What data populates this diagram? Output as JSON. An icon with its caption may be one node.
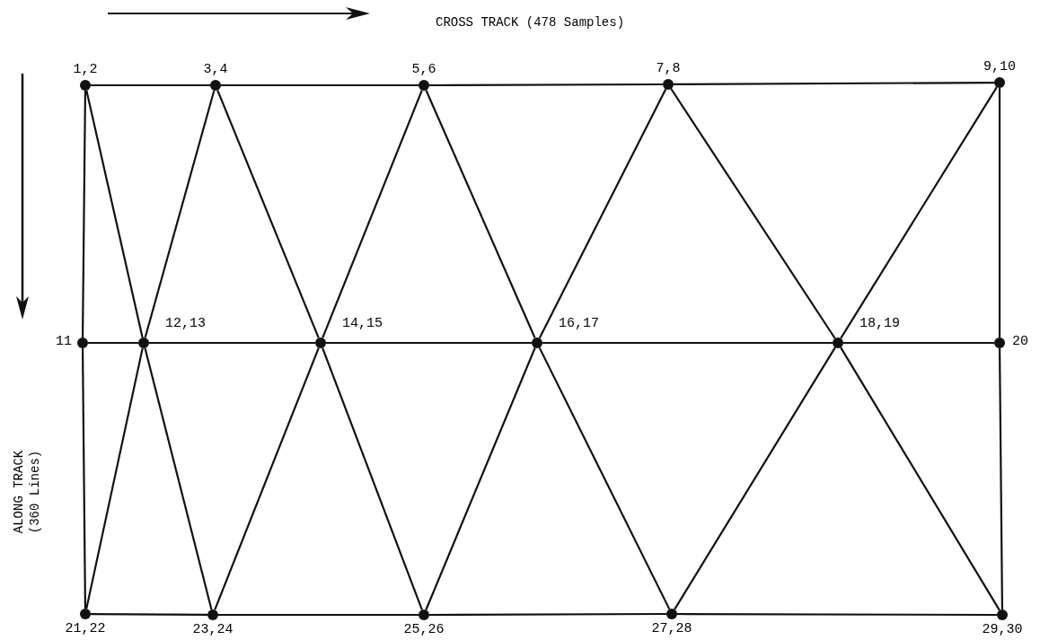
{
  "diagram": {
    "nodes": [
      {
        "text": [],
        "shape": "circle",
        "beside": [
          "1,2"
        ]
      },
      {
        "text": [],
        "shape": "circle",
        "beside": [
          "3,4"
        ]
      },
      {
        "text": [],
        "shape": "circle",
        "beside": [
          "5,6"
        ]
      },
      {
        "text": [],
        "shape": "circle",
        "beside": [
          "7,8"
        ]
      },
      {
        "text": [],
        "shape": "circle",
        "beside": [
          "9,10"
        ]
      },
      {
        "text": [],
        "shape": "circle",
        "beside": [
          "11"
        ]
      },
      {
        "text": [],
        "shape": "circle",
        "beside": [
          "12,13"
        ]
      },
      {
        "text": [],
        "shape": "circle",
        "beside": [
          "14,15"
        ]
      },
      {
        "text": [],
        "shape": "circle",
        "beside": [
          "16,17"
        ]
      },
      {
        "text": [],
        "shape": "circle",
        "beside": [
          "18,19"
        ]
      },
      {
        "text": [],
        "shape": "circle",
        "beside": [
          "20"
        ]
      },
      {
        "text": [],
        "shape": "circle",
        "beside": [
          "21,22"
        ]
      },
      {
        "text": [],
        "shape": "circle",
        "beside": [
          "23,24"
        ]
      },
      {
        "text": [],
        "shape": "circle",
        "beside": [
          "25,26"
        ]
      },
      {
        "text": [],
        "shape": "circle",
        "beside": [
          "27,28"
        ]
      },
      {
        "text": [],
        "shape": "circle",
        "beside": [
          "29,30"
        ]
      }
    ],
    "edges": [
      {
        "from": 0,
        "to": 1,
        "arrow": "none"
      },
      {
        "from": 1,
        "to": 2,
        "arrow": "none"
      },
      {
        "from": 2,
        "to": 3,
        "arrow": "none"
      },
      {
        "from": 3,
        "to": 4,
        "arrow": "none"
      },
      {
        "from": 5,
        "to": 6,
        "arrow": "none"
      },
      {
        "from": 6,
        "to": 7,
        "arrow": "none"
      },
      {
        "from": 7,
        "to": 8,
        "arrow": "none"
      },
      {
        "from": 8,
        "to": 9,
        "arrow": "none"
      },
      {
        "from": 9,
        "to": 10,
        "arrow": "none"
      },
      {
        "from": 11,
        "to": 12,
        "arrow": "none"
      },
      {
        "from": 12,
        "to": 13,
        "arrow": "none"
      },
      {
        "from": 13,
        "to": 14,
        "arrow": "none"
      },
      {
        "from": 14,
        "to": 15,
        "arrow": "none"
      },
      {
        "from": 0,
        "to": 5,
        "arrow": "none"
      },
      {
        "from": 5,
        "to": 11,
        "arrow": "none"
      },
      {
        "from": 4,
        "to": 10,
        "arrow": "none"
      },
      {
        "from": 10,
        "to": 15,
        "arrow": "none"
      },
      {
        "from": 0,
        "to": 6,
        "arrow": "none"
      },
      {
        "from": 6,
        "to": 12,
        "arrow": "none"
      },
      {
        "from": 1,
        "to": 6,
        "arrow": "none"
      },
      {
        "from": 6,
        "to": 11,
        "arrow": "none"
      },
      {
        "from": 1,
        "to": 7,
        "arrow": "none"
      },
      {
        "from": 7,
        "to": 13,
        "arrow": "none"
      },
      {
        "from": 2,
        "to": 7,
        "arrow": "none"
      },
      {
        "from": 7,
        "to": 12,
        "arrow": "none"
      },
      {
        "from": 2,
        "to": 8,
        "arrow": "none"
      },
      {
        "from": 8,
        "to": 14,
        "arrow": "none"
      },
      {
        "from": 3,
        "to": 8,
        "arrow": "none"
      },
      {
        "from": 8,
        "to": 13,
        "arrow": "none"
      },
      {
        "from": 3,
        "to": 9,
        "arrow": "none"
      },
      {
        "from": 9,
        "to": 15,
        "arrow": "none"
      },
      {
        "from": 4,
        "to": 9,
        "arrow": "none"
      },
      {
        "from": 9,
        "to": 14,
        "arrow": "none"
      }
    ],
    "labels": [
      "CROSS TRACK (478 Samples)",
      "ALONG TRACK (360 Lines)"
    ]
  }
}
